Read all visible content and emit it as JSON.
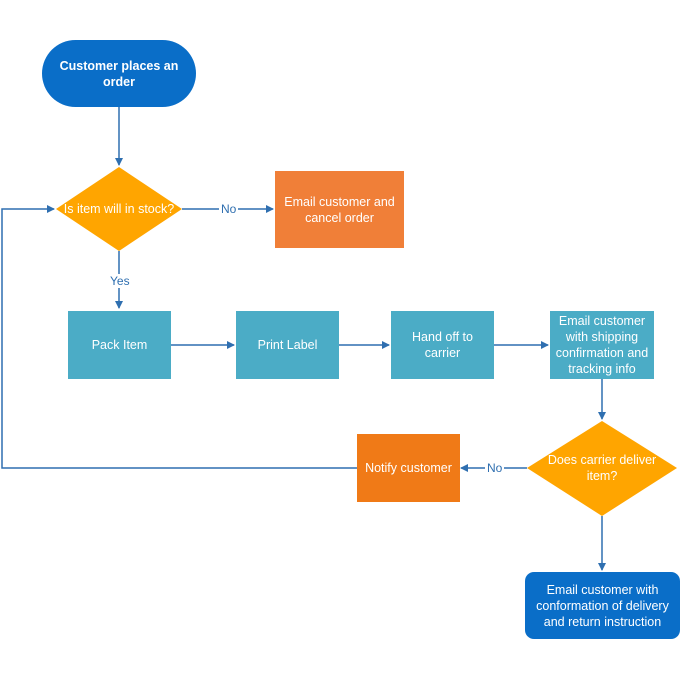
{
  "nodes": {
    "start": "Customer places an order",
    "stock_check": "Is item will in stock?",
    "cancel": "Email customer and\ncancel order",
    "pack": "Pack Item",
    "print": "Print Label",
    "handoff": "Hand off to\ncarrier",
    "shipping_email": "Email customer\nwith shipping\nconfirmation and\ntracking info",
    "deliver_check": "Does carrier deliver\nitem?",
    "notify": "Notify customer",
    "end": "Email customer with\nconformation of delivery\nand return instruction"
  },
  "edge_labels": {
    "stock_no": "No",
    "stock_yes": "Yes",
    "deliver_no": "No"
  },
  "colors": {
    "dark_blue": "#0a6ec8",
    "orange": "#f07f38",
    "orange_alt": "#f07a17",
    "amber": "#ffa500",
    "teal": "#4bacc6",
    "connector": "#2f6fb0"
  }
}
